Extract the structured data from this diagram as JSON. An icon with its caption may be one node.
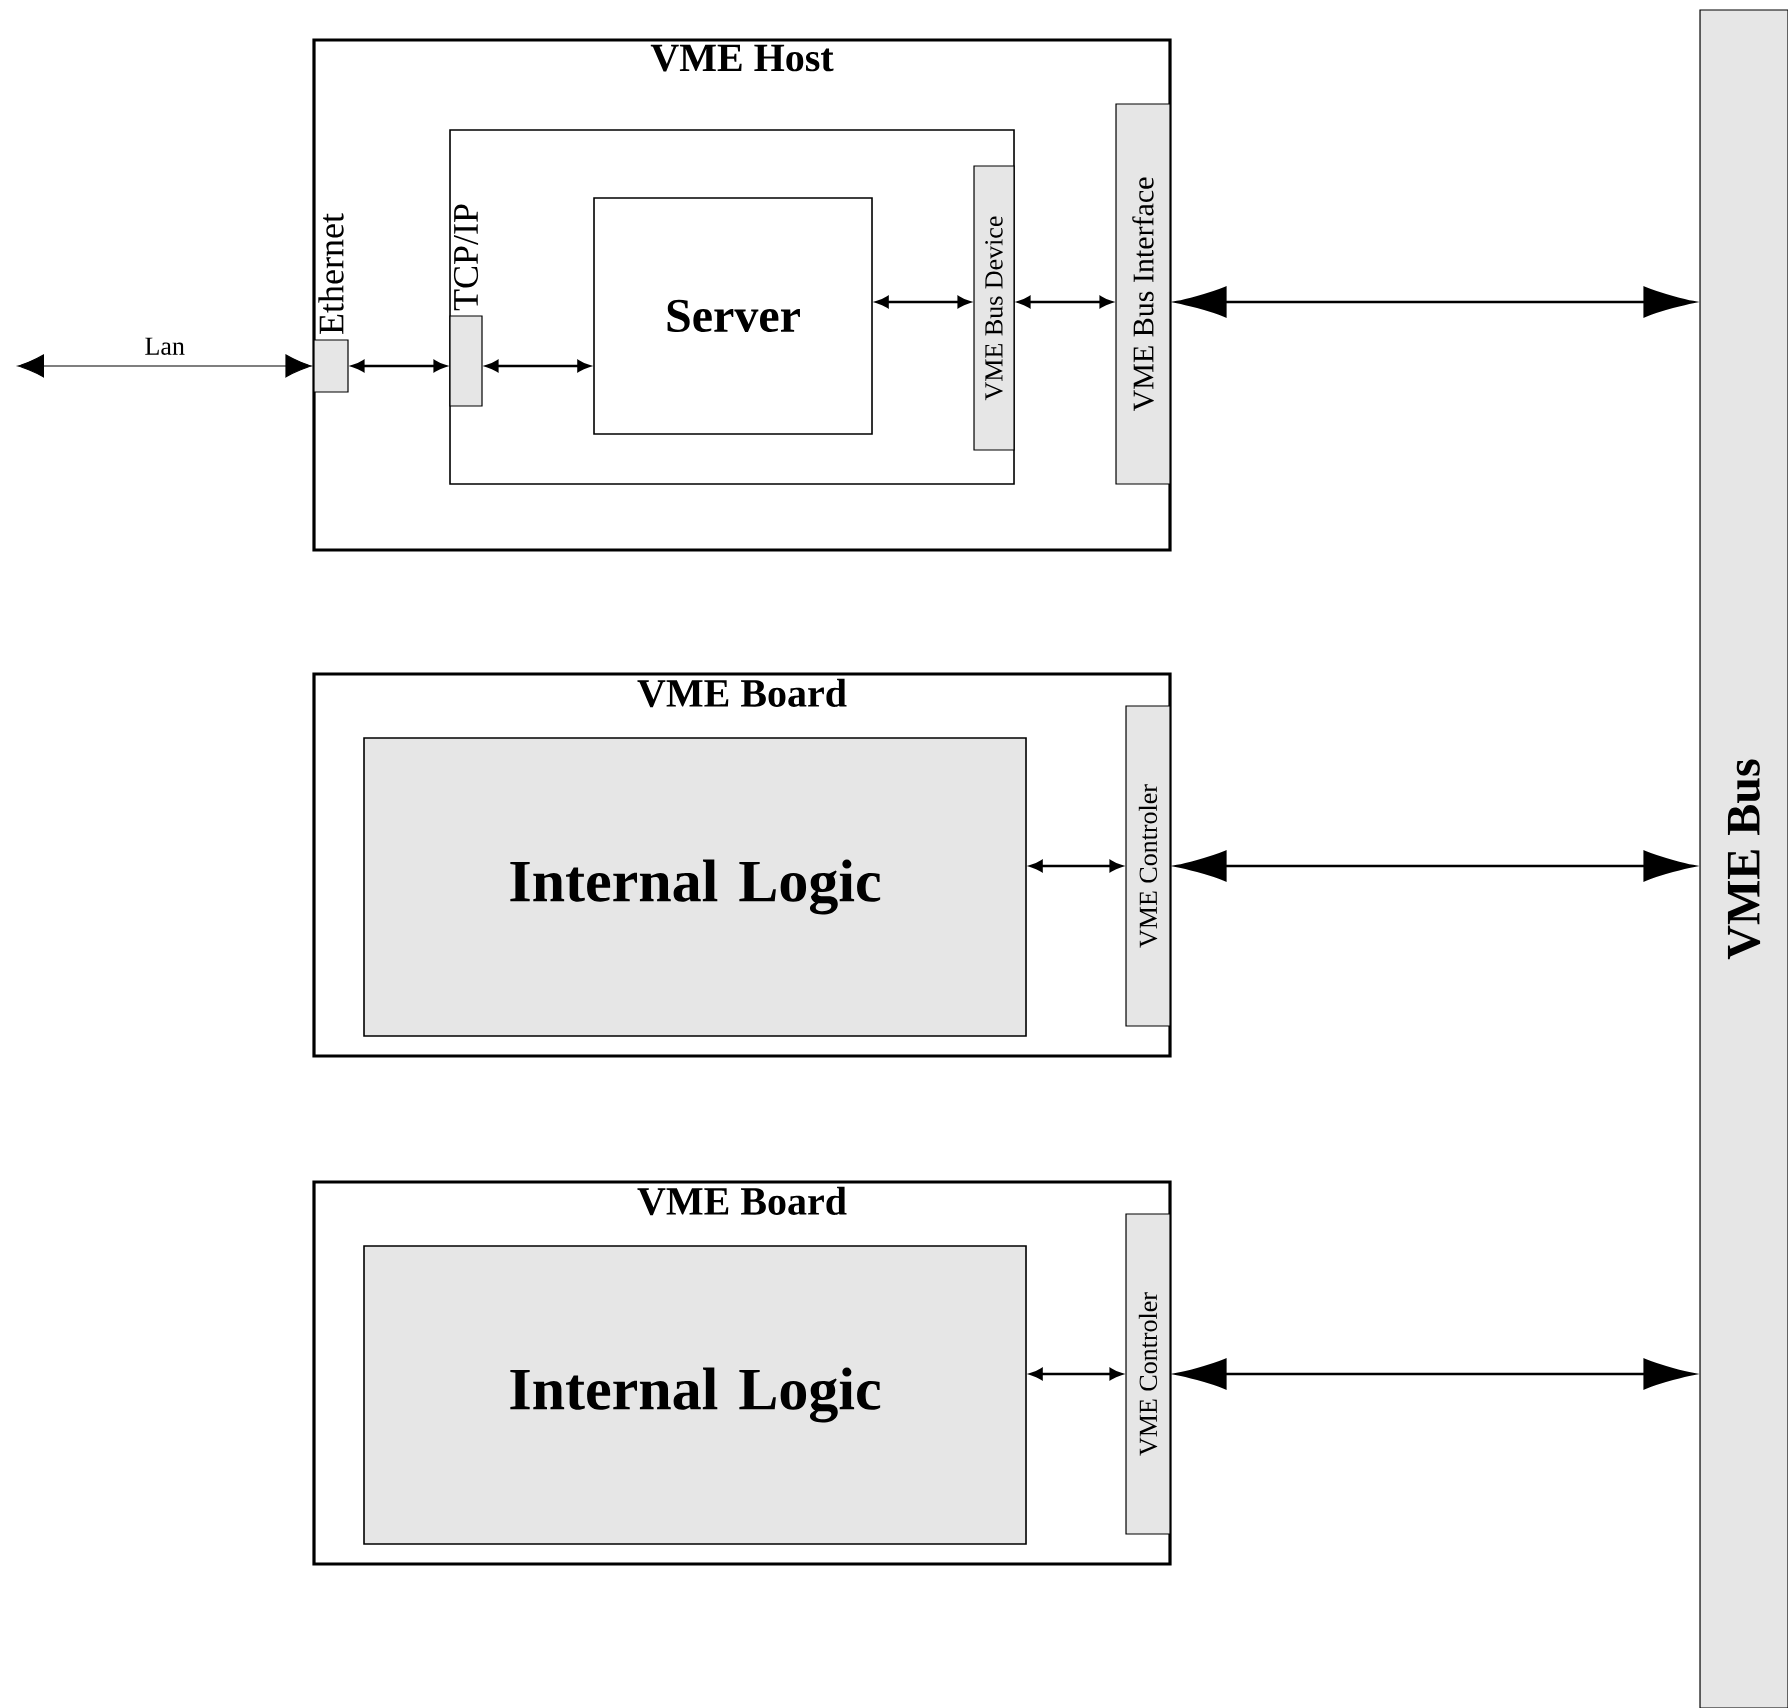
{
  "diagram": {
    "nodes": [
      {
        "text": [
          "VME Host"
        ]
      },
      {
        "text": [],
        "shape": "box",
        "in": 0
      },
      {
        "text": [
          "Server"
        ],
        "in": 1
      },
      {
        "text": [
          "Ethernet"
        ],
        "in": 0
      },
      {
        "text": [
          "TCP/IP"
        ],
        "in": 1
      },
      {
        "text": [
          "VME Bus Device"
        ],
        "in": 1
      },
      {
        "text": [
          "VME Bus Interface"
        ],
        "in": 0
      },
      {
        "text": [
          "VME Bus"
        ]
      },
      {
        "text": [
          "VME Board"
        ]
      },
      {
        "text": [
          "Internal Logic"
        ],
        "in": 8
      },
      {
        "text": [
          "VME Controler"
        ],
        "in": 8
      },
      {
        "text": [
          "VME Board"
        ]
      },
      {
        "text": [
          "Internal Logic"
        ],
        "in": 11
      },
      {
        "text": [
          "VME Controler"
        ],
        "in": 11
      }
    ],
    "edges": [
      {
        "from": null,
        "to": 3,
        "arrow": "both",
        "label": "Lan"
      },
      {
        "from": 3,
        "to": 4,
        "arrow": "both"
      },
      {
        "from": 4,
        "to": 2,
        "arrow": "both"
      },
      {
        "from": 2,
        "to": 5,
        "arrow": "both"
      },
      {
        "from": 5,
        "to": 6,
        "arrow": "both"
      },
      {
        "from": 6,
        "to": 7,
        "arrow": "both"
      },
      {
        "from": 9,
        "to": 10,
        "arrow": "both"
      },
      {
        "from": 10,
        "to": 7,
        "arrow": "both"
      },
      {
        "from": 12,
        "to": 13,
        "arrow": "both"
      },
      {
        "from": 13,
        "to": 7,
        "arrow": "both"
      }
    ]
  }
}
